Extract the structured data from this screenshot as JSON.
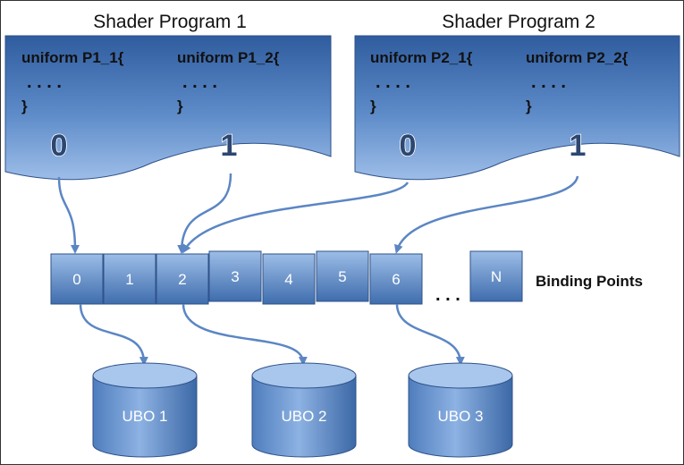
{
  "programs": [
    {
      "title": "Shader Program 1",
      "blocks": [
        {
          "decl": "uniform P1_1{",
          "body": ". . . .",
          "close": "}",
          "binding": "0"
        },
        {
          "decl": "uniform P1_2{",
          "body": ". . . .",
          "close": "}",
          "binding": "1"
        }
      ]
    },
    {
      "title": "Shader Program 2",
      "blocks": [
        {
          "decl": "uniform P2_1{",
          "body": ". . . .",
          "close": "}",
          "binding": "0"
        },
        {
          "decl": "uniform P2_2{",
          "body": ". . . .",
          "close": "}",
          "binding": "1"
        }
      ]
    }
  ],
  "binding_points": {
    "cells": [
      "0",
      "1",
      "2",
      "3",
      "4",
      "5",
      "6"
    ],
    "ellipsis": ". . .",
    "last": "N",
    "label": "Binding Points"
  },
  "ubos": [
    "UBO 1",
    "UBO 2",
    "UBO 3"
  ],
  "colors": {
    "box_top": "#3d6aa8",
    "box_bottom": "#8fb3e0",
    "stroke": "#2f528a",
    "arrow": "#5b86c4"
  }
}
